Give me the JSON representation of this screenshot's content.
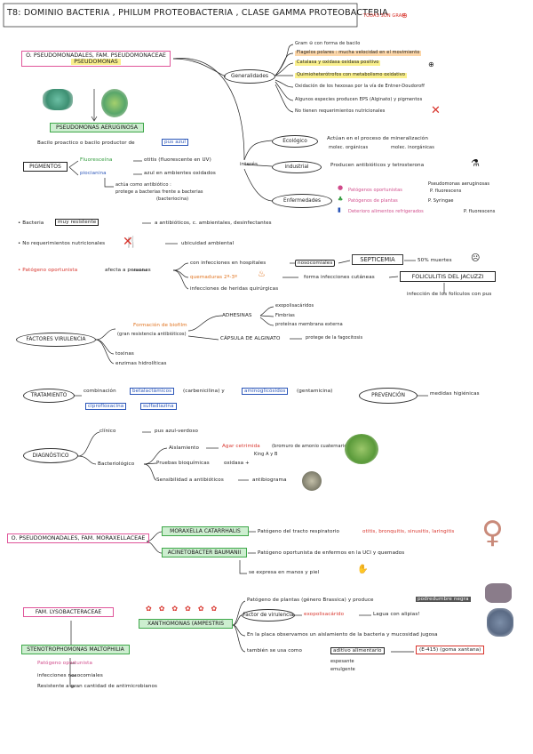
{
  "title": "T8: DOMINIO BACTERIA , PHILUM PROTEOBACTERIA , CLASE GAMMA PROTEOBACTERIA",
  "title_note": "TODAS SON GRAM",
  "s1": {
    "family": "O. PSEUDOMONADALES, FAM. PSEUDOMONACEAE",
    "genus": "PSEUDOMONAS",
    "species": "PSEUDOMONAS AERUGINOSA",
    "pus_line_a": "Bacilo proactico o bacilo productor de",
    "pus_word": "pus azul",
    "pigmentos": "PIGMENTOS",
    "fluoresceina": "Fluoresceína",
    "fluoresceina_desc": "otitis (fluorescente en UV)",
    "piocianina": "piocianina",
    "piocianina_desc": "azul en ambientes oxidados",
    "piocianina_extra_1": "actúa como antibiótico :",
    "piocianina_extra_2": "protege a bacterias frente a bacterias",
    "piocianina_extra_3": "(bacteriocina)",
    "bacilo_a": "Bacteria",
    "bacilo_box": "muy resistente",
    "bacilo_b": "a antibióticos, c. ambientales, desinfectantes",
    "nutri_a": "No requerimientos nutricionales",
    "nutri_b": "ubicuidad ambiental",
    "oport_a": "Patógeno oportunista",
    "oport_b": "afecta a personas",
    "inm": "con infecciones en hospitales",
    "nosoc": "nosocomiales",
    "septicemia": "SEPTICEMIA",
    "sept_b": "50% muertes",
    "quem": "quemaduras 2º-3º",
    "infec_cut": "forma infecciones cutáneas",
    "foliculitis": "FOLICULITIS DEL JACUZZI",
    "foli_b": "infección de los folículos con pus",
    "heridas": "infecciones de heridas quirúrgicas",
    "gen_oval": "Generalidades",
    "gen_items": [
      "Gram ⊖ con forma de bacilo",
      "Flagelos polares : mucha velocidad en el movimiento",
      "Catalasa y oxidasa oxidasa positivo",
      "Quimioheterótrofos con metabolismo oxidativo",
      "Oxidación de los hexosas por la vía de Entner-Doudoroff",
      "Algunos especies producen EPS (Alginato) y pigmentos",
      "No tienen requerimientos nutricionales"
    ],
    "interes": "interés",
    "ecologico": "Ecológico",
    "eco_a": "Actúan en el proceso de mineralización",
    "eco_b1": "molec. orgánicas",
    "eco_b2": "molec. inorgánicas",
    "industrial": "industrial",
    "ind_text": "Producen antibióticos y tetrosterona",
    "enfermedades": "Enfermedades",
    "enf_1": "Patógenos oportunistas",
    "enf_1b": "Pseudomonas aeruginosas",
    "enf_1c": "P. fluorescens",
    "enf_2": "Patógenos de plantas",
    "enf_2b": "P. Syringae",
    "enf_3": "Deterioro alimentos refrigerados",
    "enf_3b": "P. fluorescens",
    "factores": "FACTORES VIRULENCIA",
    "biofilm_1": "Formación de biofilm",
    "biofilm_2": "(gran resistencia antibióticos)",
    "adhesinas": "ADHESINAS",
    "adh_1": "exopolisacáridos",
    "adh_2": "Fimbrias",
    "adh_3": "proteínas membrana externa",
    "capsula": "CÁPSULA DE ALGINATO",
    "capsula_b": "protege de la fagocitosis",
    "toxinas": "toxinas",
    "enzimas": "enzimas hidrolíticas",
    "tratamiento": "TRATAMIENTO",
    "trat_a": "combinación",
    "trat_b": "betalactámicos",
    "trat_c": "(carbenicilina) y",
    "trat_d": "aminoglicósidos",
    "trat_e": "(gentamicina)",
    "trat_f": "ciprofloxacina",
    "trat_g": "sulfadiazina",
    "prevencion": "PREVENCIÓN",
    "prev_b": "medidas higiénicas",
    "diagnostico": "DIAGNÓSTICO",
    "clinico": "clínico",
    "clinico_b": "pus azul-verdoso",
    "bacteriologico": "Bacteriológico",
    "aislamiento": "Aislamiento",
    "agar": "Agar cetrimida",
    "agar_b": "(bromuro de amonio cuaternario)",
    "king": "King A y B",
    "pruebas": "Pruebas bioquímicas",
    "pruebas_b": "oxidasa +",
    "sensibilidad": "Sensibilidad a antibióticos",
    "antibiograma": "antibiograma"
  },
  "s2": {
    "family": "O. PSEUDOMONADALES, FAM. MORAXELLACEAE",
    "moraxella": "MORAXELLA CATARRHALIS",
    "mor_text": "Patógeno del tracto respiratorio",
    "mor_red": "otitis, bronquitis, sinusitis, laringitis",
    "acinet": "ACINETOBACTER BAUMANII",
    "acin_text": "Patógeno oportunista de enfermos en la UCI y quemados",
    "acin_b": "se expresa en manos y piel"
  },
  "s3": {
    "family": "FAM. LYSOBACTERACEAE",
    "xantho": "XANTHOMONAS (AMPESTRIS",
    "x1": "Patógeno de plantas (género Brassica) y produce",
    "x1b": "podredumbre negra",
    "factor": "Factor de virulencia",
    "factor_b": "exopolisacárido",
    "factor_c": "Lagua con alipias!",
    "x3": "En la placa observamos un aislamiento de la bacteria y mucosidad jugosa",
    "x4": "también se usa como",
    "x4b": "aditivo alimentario",
    "x4c": "(E-415) (goma xantana)",
    "x4d": "espesante",
    "x4e": "emulgente",
    "steno": "STENOTROPHOMONAS MALTOPHILIA",
    "st1": "Patógeno oportunista",
    "st2": "infecciones nosocomiales",
    "st3": "Resistente a gran cantidad de antimicrobianos"
  },
  "colors": {
    "pink": "#e0559a",
    "green": "#3fa84a",
    "red": "#d8342c",
    "yellow": "#faf08c",
    "orange": "#fcd6a8"
  }
}
